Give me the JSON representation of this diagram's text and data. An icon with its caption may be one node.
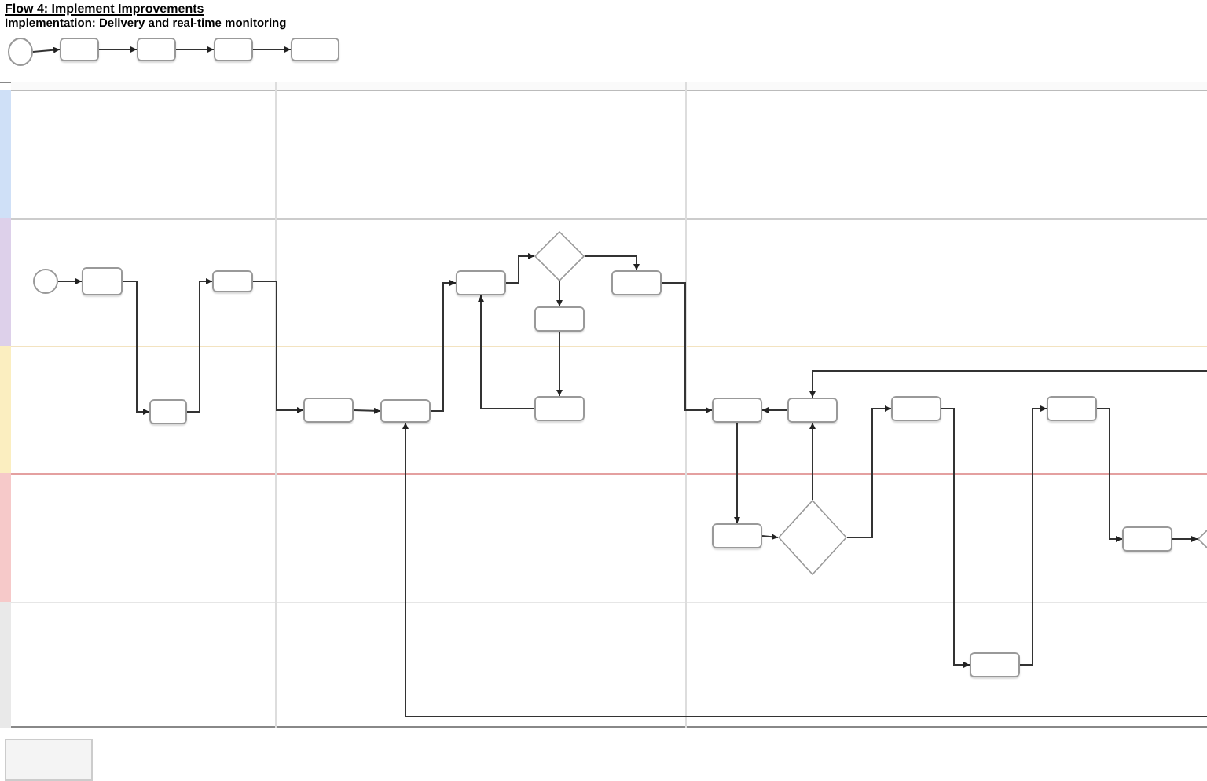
{
  "diagram": {
    "title": "Flow 4: Implement Improvements",
    "caption": "Implementation: Delivery and real-time monitoring",
    "nodes": [
      {
        "text": [],
        "shape": "circle"
      },
      {
        "text": [],
        "shape": "box"
      },
      {
        "text": [],
        "shape": "box"
      },
      {
        "text": [],
        "shape": "box"
      },
      {
        "text": [],
        "shape": "box"
      },
      {
        "text": [],
        "shape": "circle"
      },
      {
        "text": [],
        "shape": "box"
      },
      {
        "text": [],
        "shape": "box"
      },
      {
        "text": [],
        "shape": "box"
      },
      {
        "text": [],
        "shape": "diamond"
      },
      {
        "text": [],
        "shape": "box"
      },
      {
        "text": [],
        "shape": "box"
      },
      {
        "text": [],
        "shape": "box"
      },
      {
        "text": [],
        "shape": "box"
      },
      {
        "text": [],
        "shape": "box"
      },
      {
        "text": [],
        "shape": "box"
      },
      {
        "text": [],
        "shape": "box"
      },
      {
        "text": [],
        "shape": "box"
      },
      {
        "text": [],
        "shape": "box"
      },
      {
        "text": [],
        "shape": "box"
      },
      {
        "text": [],
        "shape": "box"
      },
      {
        "text": [],
        "shape": "diamond"
      },
      {
        "text": [],
        "shape": "box"
      },
      {
        "text": [],
        "shape": "diamond"
      },
      {
        "text": [],
        "shape": "box"
      }
    ],
    "edges": [
      {
        "from": 0,
        "to": 1,
        "arrow": "to"
      },
      {
        "from": 1,
        "to": 2,
        "arrow": "to"
      },
      {
        "from": 2,
        "to": 3,
        "arrow": "to"
      },
      {
        "from": 3,
        "to": 4,
        "arrow": "to"
      },
      {
        "from": 5,
        "to": 6,
        "arrow": "to"
      },
      {
        "from": 6,
        "to": 12,
        "arrow": "to"
      },
      {
        "from": 12,
        "to": 7,
        "arrow": "to"
      },
      {
        "from": 7,
        "to": 13,
        "arrow": "to"
      },
      {
        "from": 13,
        "to": 14,
        "arrow": "to"
      },
      {
        "from": 14,
        "to": 8,
        "arrow": "to"
      },
      {
        "from": 8,
        "to": 9,
        "arrow": "to"
      },
      {
        "from": 9,
        "to": 10,
        "arrow": "to"
      },
      {
        "from": 9,
        "to": 11,
        "arrow": "to"
      },
      {
        "from": 11,
        "to": 15,
        "arrow": "to"
      },
      {
        "from": 15,
        "to": 8,
        "arrow": "to"
      },
      {
        "from": 10,
        "to": 16,
        "arrow": "to"
      },
      {
        "from": 17,
        "to": 16,
        "arrow": "to"
      },
      {
        "from": 16,
        "to": 20,
        "arrow": "to"
      },
      {
        "from": 20,
        "to": 21,
        "arrow": "to"
      },
      {
        "from": 21,
        "to": 17,
        "arrow": "to"
      },
      {
        "from": 21,
        "to": 18,
        "arrow": "to"
      },
      {
        "from": 18,
        "to": 24,
        "arrow": "to"
      },
      {
        "from": 24,
        "to": 19,
        "arrow": "to"
      },
      {
        "from": 19,
        "to": 22,
        "arrow": "to"
      },
      {
        "from": 22,
        "to": 23,
        "arrow": "to"
      },
      {
        "from": null,
        "to": 17,
        "arrow": "to"
      },
      {
        "from": null,
        "to": 14,
        "arrow": "to"
      }
    ]
  }
}
